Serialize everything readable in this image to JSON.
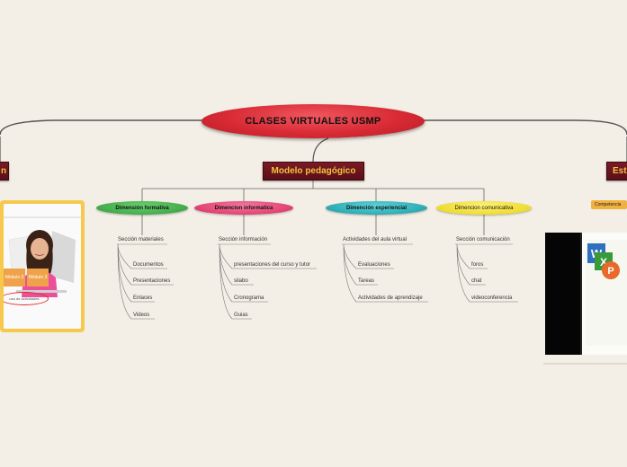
{
  "root": {
    "label": "CLASES  VIRTUALES USMP"
  },
  "main_nodes": {
    "left": "n",
    "center": "Modelo pedagógico",
    "right": "Est"
  },
  "dimensions": [
    {
      "label": "Dimensión formativa",
      "color": "#3fae49",
      "section": "Sección materiales",
      "items": [
        "Documentos",
        "Presentaciones",
        "Enlaces",
        "Videos"
      ]
    },
    {
      "label": "Dimencion informatica",
      "color": "#e33a6a",
      "section": "Sección información",
      "items": [
        "presentaciones del curso y tutor",
        "silabo",
        "Cronograma",
        "Guias"
      ]
    },
    {
      "label": "Dimención experiencial",
      "color": "#1ea8b0",
      "section": "Actividades del aula virtual",
      "items": [
        "Evaluaciones",
        "Tareas",
        "Actividades de aprendizaje"
      ]
    },
    {
      "label": "Dimencion comunicativa",
      "color": "#f2dc1f",
      "section": "Sección comunicación",
      "items": [
        "foros",
        "chat",
        "videoconferencia"
      ]
    }
  ],
  "left_image": {
    "modules": [
      "Módulo 3",
      "Módulo 3"
    ],
    "caption": "uso de actividades",
    "accent": "#f6c84d"
  },
  "right_tag": {
    "label": "Competencia"
  },
  "right_image": {
    "icons": [
      "word-icon",
      "excel-icon",
      "powerpoint-icon"
    ]
  }
}
